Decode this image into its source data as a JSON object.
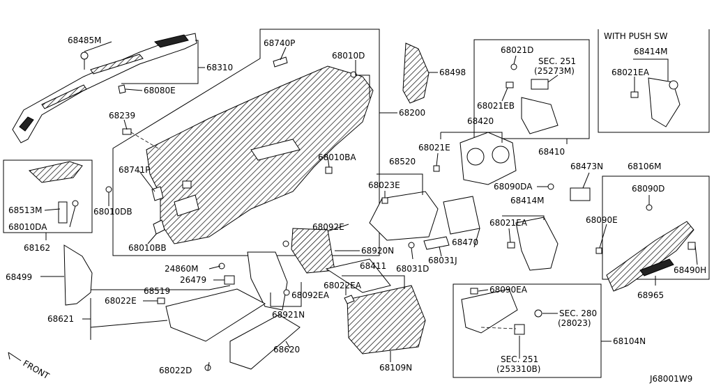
{
  "diagram": {
    "code": "J68001W9",
    "front_arrow_label": "FRONT",
    "header_push_sw": "WITH PUSH SW",
    "parts": {
      "p68485M": "68485M",
      "p68310": "68310",
      "p68080E": "68080E",
      "p68740P": "68740P",
      "p68010D": "68010D",
      "p68498": "68498",
      "p68021D": "68021D",
      "sec251a": "SEC. 251",
      "sec251a_ref": "(25273M)",
      "p68021EB": "68021EB",
      "p68414M_a": "68414M",
      "p68021EA_a": "68021EA",
      "p68239": "68239",
      "p68200": "68200",
      "p68420": "68420",
      "p68410": "68410",
      "p68021E": "68021E",
      "p68741P": "68741P",
      "p68010BA": "68010BA",
      "p68520": "68520",
      "p68473N": "68473N",
      "p68106M": "68106M",
      "p68513M": "68513M",
      "p68010DB": "68010DB",
      "p68010DA": "68010DA",
      "p68023E": "68023E",
      "p68090DA": "68090DA",
      "p68090D": "68090D",
      "p68414M_b": "68414M",
      "p68021EA_b": "68021EA",
      "p68090E": "68090E",
      "p68010BB": "68010BB",
      "p68162": "68162",
      "p68092E": "68092E",
      "p68470": "68470",
      "p68920N": "68920N",
      "p68031D": "68031D",
      "p68031J": "68031J",
      "p68490H": "68490H",
      "p68499": "68499",
      "p24860M": "24860M",
      "p68411": "68411",
      "p26479": "26479",
      "p68519": "68519",
      "p68022EA": "68022EA",
      "p68092EA": "68092EA",
      "p68965": "68965",
      "p68022E": "68022E",
      "p68921N": "68921N",
      "p68090EA": "68090EA",
      "sec280": "SEC. 280",
      "sec280_ref": "(28023)",
      "p68621": "68621",
      "p68104N": "68104N",
      "p68620": "68620",
      "p68109N": "68109N",
      "sec251b": "SEC. 251",
      "sec251b_ref": "(253310B)",
      "p68022D": "68022D"
    }
  }
}
